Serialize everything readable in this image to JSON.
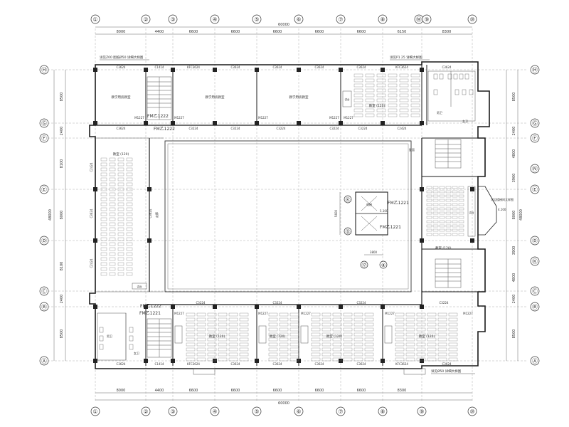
{
  "axes": {
    "columns": [
      "①",
      "②",
      "③",
      "④",
      "⑤",
      "⑥",
      "⑦",
      "⑧",
      "⑨",
      "⑩"
    ],
    "rows": [
      "Ⓐ",
      "Ⓑ",
      "Ⓒ",
      "Ⓓ",
      "Ⓔ",
      "Ⓕ",
      "Ⓖ",
      "Ⓗ"
    ],
    "extra_top": "Ⓜ",
    "extra_right": [
      "Ⓝ",
      "Ⓚ"
    ],
    "core_cols": [
      "⑰",
      "⑧"
    ],
    "core_rows": [
      "Ⓚ",
      "Ⓓ"
    ]
  },
  "dims": {
    "top_total": "60000",
    "bottom_total": "60000",
    "top_segments": [
      "8000",
      "4400",
      "6600",
      "6600",
      "6600",
      "6600",
      "6600",
      "6150",
      "8300"
    ],
    "bottom_segments": [
      "8000",
      "4400",
      "6600",
      "6600",
      "6600",
      "6600",
      "6600",
      "8300"
    ],
    "left_total": "48000",
    "left_segments": [
      "8500",
      "2400",
      "8100",
      "8000",
      "8100",
      "2400",
      "8500"
    ],
    "right_total": "48000",
    "right_segments": [
      "8500",
      "2400",
      "4800",
      "3900",
      "8000",
      "3900",
      "4800",
      "2400",
      "8500"
    ],
    "core_w": "3800",
    "core_h": "5600"
  },
  "labels": {
    "room_a": "教学用房教室",
    "room_b": "教学用房教室",
    "room_c": "教学用房教室",
    "class_top": "教室 (120)",
    "class_left": "教室 (120)",
    "class_right": "教室 (120)",
    "class_b1": "教室 (120)",
    "class_b2": "教室 (120)",
    "class_b3": "教室 (120)",
    "class_b4": "教室 (120)",
    "podium": "讲台",
    "corridor": "走廊",
    "toilet_m": "男卫",
    "toilet_f": "女卫",
    "stair": "楼梯",
    "elevator": "电梯",
    "note_top_left": "详见Z00 图纸Ø50 详细大样图",
    "note_top_right": "详见P1 25 详细大样图",
    "note_right": "详见楼梯间大样图",
    "note_bottom": "详见Ø50 详细大样图",
    "fm1": "FM乙1222",
    "fm2": "FM乙1222",
    "fm3": "FM乙1221",
    "fm4": "FM乙1221",
    "fm5": "FM乙1222",
    "fm6": "FM乙1221",
    "door_m": "M1227",
    "win_c3624": "C3624",
    "win_c3224": "C3224",
    "win_c1414": "C1414",
    "win_c2424": "C2424",
    "win_kfc": "KFC3624",
    "atrium_elev": "4.100",
    "core_elev": "5.100",
    "court_label": "屋面"
  }
}
